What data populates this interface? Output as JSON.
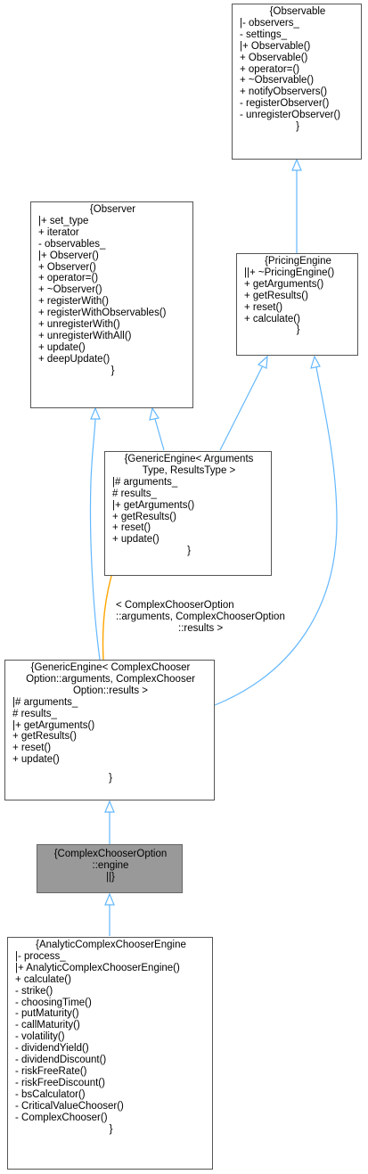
{
  "nodes": {
    "observable": {
      "title": "{Observable",
      "lines": [
        "|- observers_",
        "- settings_",
        "|+ Observable()",
        "+ Observable()",
        "+ operator=()",
        "+ ~Observable()",
        "+ notifyObservers()",
        "- registerObserver()",
        "- unregisterObserver()"
      ],
      "close": "}"
    },
    "observer": {
      "title": "{Observer",
      "lines": [
        "|+ set_type",
        "+ iterator",
        "- observables_",
        "|+ Observer()",
        "+ Observer()",
        "+ operator=()",
        "+ ~Observer()",
        "+ registerWith()",
        "+ registerWithObservables()",
        "+ unregisterWith()",
        "+ unregisterWithAll()",
        "+ update()",
        "+ deepUpdate()"
      ],
      "close": "}"
    },
    "pricing_engine": {
      "title": "{PricingEngine",
      "lines": [
        "||+ ~PricingEngine()",
        "+ getArguments()",
        "+ getResults()",
        "+ reset()",
        "+ calculate()"
      ],
      "close": "}"
    },
    "generic_engine_template": {
      "title_lines": [
        "{GenericEngine< Arguments",
        "Type, ResultsType >"
      ],
      "lines": [
        "|# arguments_",
        "# results_",
        "|+ getArguments()",
        "+ getResults()",
        "+ reset()",
        "+ update()"
      ],
      "close": "}"
    },
    "generic_engine_complex": {
      "title_lines": [
        "{GenericEngine< ComplexChooser",
        "Option::arguments, ComplexChooser",
        "Option::results >"
      ],
      "lines": [
        "|# arguments_",
        "# results_",
        "|+ getArguments()",
        "+ getResults()",
        "+ reset()",
        "+ update()"
      ],
      "close": "}"
    },
    "complex_chooser_engine": {
      "title_lines": [
        "{ComplexChooserOption",
        "::engine",
        "||}"
      ]
    },
    "analytic_engine": {
      "title": "{AnalyticComplexChooserEngine",
      "lines": [
        "|- process_",
        "|+ AnalyticComplexChooserEngine()",
        "+ calculate()",
        "- strike()",
        "- choosingTime()",
        "- putMaturity()",
        "- callMaturity()",
        "- volatility()",
        "- dividendYield()",
        "- dividendDiscount()",
        "- riskFreeRate()",
        "- riskFreeDiscount()",
        "- bsCalculator()",
        "- CriticalValueChooser()",
        "- ComplexChooser()"
      ],
      "close": "}"
    }
  },
  "template_binding_label": [
    "< ComplexChooserOption",
    "::arguments, ComplexChooserOption",
    "::results >"
  ],
  "colors": {
    "inheritance_edge": "#63b8ff",
    "template_edge": "#ffa500",
    "node_border": "#555555",
    "highlight_fill": "#999999"
  }
}
